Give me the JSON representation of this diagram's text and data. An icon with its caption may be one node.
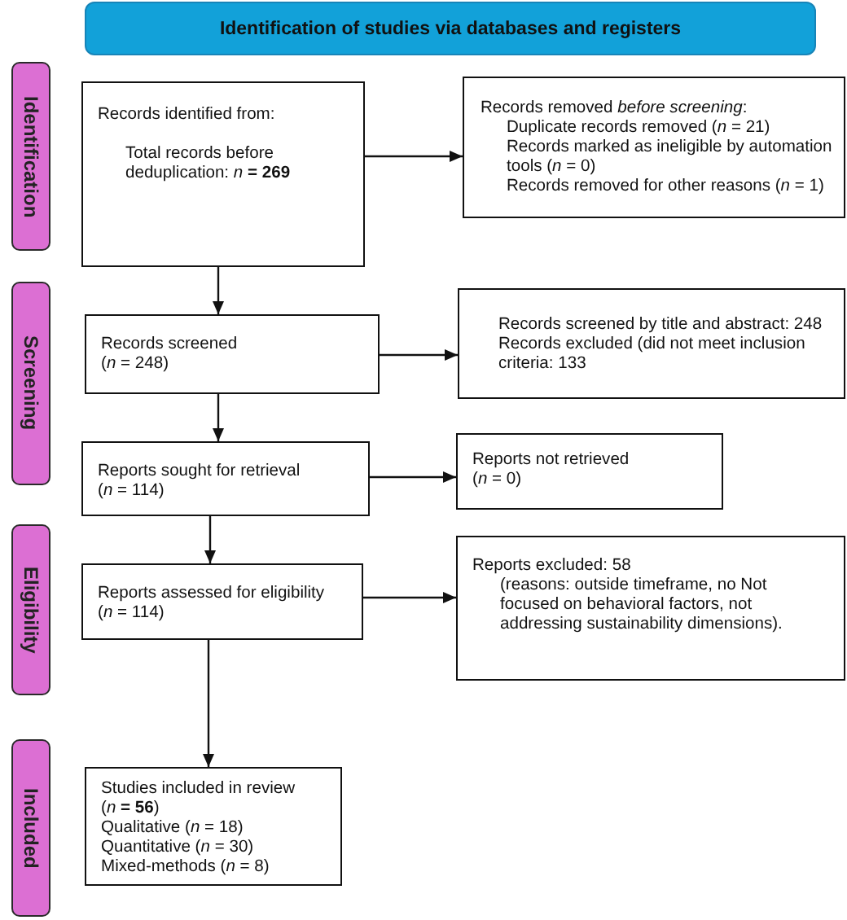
{
  "diagram": {
    "nodes": [
      {
        "text": [
          "Identification of studies via databases and registers"
        ]
      },
      {
        "text": [
          "Identification"
        ]
      },
      {
        "text": [
          "Records identified from:",
          "Total records before deduplication: *n* **= 269**"
        ]
      },
      {
        "text": [
          "Records removed *before screening*:",
          "Duplicate records removed (*n* = 21)",
          "Records marked as ineligible by automation tools (*n* = 0)",
          "Records removed for other reasons (*n* = 1)"
        ]
      },
      {
        "text": [
          "Screening"
        ]
      },
      {
        "text": [
          "Records screened",
          "(*n* = 248)"
        ]
      },
      {
        "text": [
          "Records screened by title and abstract: 248",
          "Records excluded (did not meet inclusion criteria: 133"
        ]
      },
      {
        "text": [
          "Reports sought for retrieval",
          "(*n* = 114)"
        ]
      },
      {
        "text": [
          "Reports not retrieved",
          "(*n* = 0)"
        ]
      },
      {
        "text": [
          "Eligibility"
        ]
      },
      {
        "text": [
          "Reports assessed for eligibility",
          "(*n* = 114)"
        ]
      },
      {
        "text": [
          "Reports excluded: 58",
          "(reasons: outside timeframe, no Not focused on behavioral factors, not addressing sustainability dimensions)."
        ]
      },
      {
        "text": [
          "Included"
        ]
      },
      {
        "text": [
          "Studies included in review",
          "(*n* **= 56**)",
          "Qualitative (*n* = 18)",
          "Quantitative (*n* = 30)",
          "Mixed-methods (*n* = 8)"
        ]
      }
    ],
    "edges": [
      {
        "from": 2,
        "to": 3,
        "arrow": "to"
      },
      {
        "from": 2,
        "to": 5,
        "arrow": "to"
      },
      {
        "from": 5,
        "to": 6,
        "arrow": "to"
      },
      {
        "from": 5,
        "to": 7,
        "arrow": "to"
      },
      {
        "from": 7,
        "to": 8,
        "arrow": "to"
      },
      {
        "from": 7,
        "to": 10,
        "arrow": "to"
      },
      {
        "from": 10,
        "to": 11,
        "arrow": "to"
      },
      {
        "from": 10,
        "to": 13,
        "arrow": "to"
      }
    ]
  }
}
